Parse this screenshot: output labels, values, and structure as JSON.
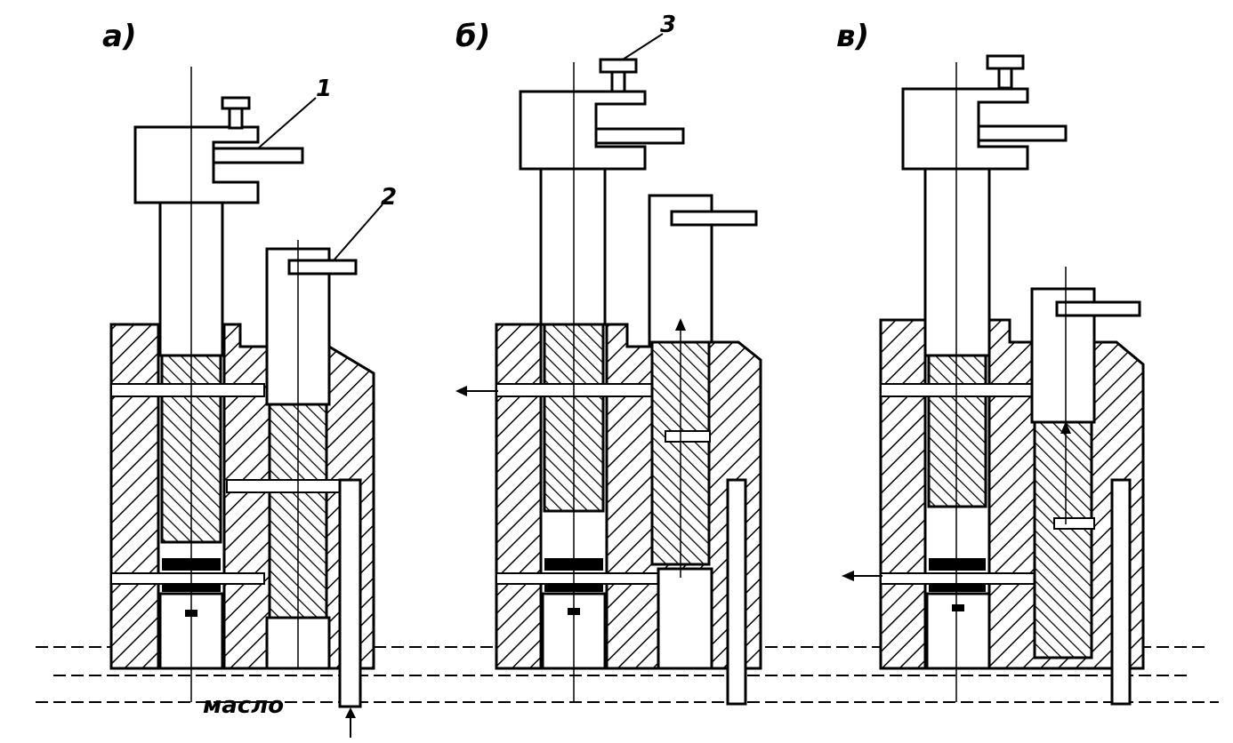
{
  "figure": {
    "panels": [
      {
        "label": "а)"
      },
      {
        "label": "б)"
      },
      {
        "label": "в)"
      }
    ],
    "callouts": [
      "1",
      "2",
      "3"
    ],
    "oil_label": "масло",
    "colors": {
      "ink": "#000000",
      "paper": "#ffffff"
    }
  }
}
